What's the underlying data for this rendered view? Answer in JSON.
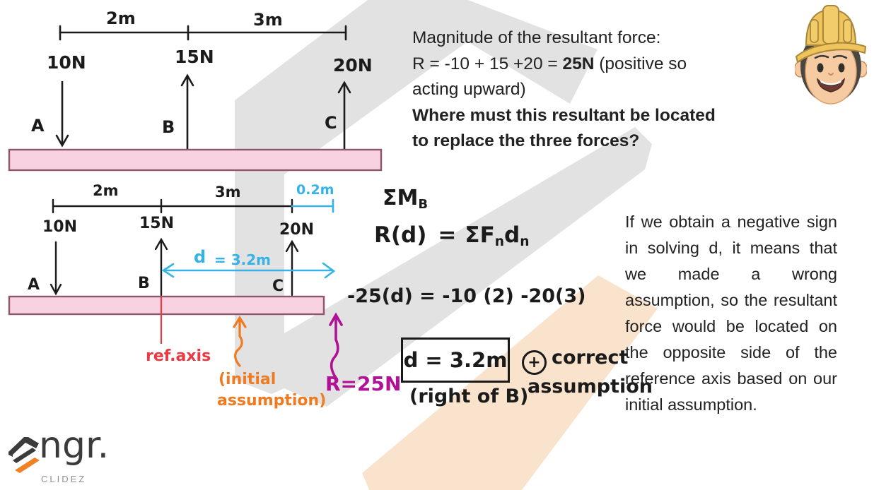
{
  "colors": {
    "cyan": "#35B3E7",
    "orange": "#F07A20",
    "magenta": "#B01195",
    "red": "#E93A44",
    "beam_fill": "#F9D2E2",
    "beam_stroke": "#8E566B",
    "ink": "#1A1A1A",
    "watermark_gray": "#E3E2E2",
    "watermark_peach": "#FAE3CD",
    "logo_dark": "#3B3B3C",
    "logo_orange": "#F08125",
    "hat_yellow": "#F0C45C",
    "skin": "#F6CBA2",
    "hair": "#4A4743"
  },
  "question": {
    "line1": "Magnitude of the resultant force:",
    "line2_pre": "R = -10 + 15 +20 = ",
    "line2_bold": "25N",
    "line2_post": " (positive so",
    "line3": "acting upward)",
    "line4_bold": "Where must this resultant be located",
    "line5_bold": "to replace the three forces?"
  },
  "diagram1": {
    "dim_left": "2m",
    "dim_right": "3m",
    "force_a": "10N",
    "force_b": "15N",
    "force_c": "20N",
    "point_a": "A",
    "point_b": "B",
    "point_c": "C"
  },
  "diagram2": {
    "dim_left": "2m",
    "dim_right": "3m",
    "dim_ext": "0.2m",
    "force_a": "10N",
    "force_b": "15N",
    "force_c": "20N",
    "point_a": "A",
    "point_b": "B",
    "point_c": "C",
    "distance_label": "d",
    "distance_value": "= 3.2m",
    "ref_axis": "ref.axis",
    "initial_line1": "(initial",
    "initial_line2": "assumption)",
    "resultant": "R=25N"
  },
  "solution": {
    "moment": "ΣM",
    "moment_sub": "B",
    "eq1_lhs": "R(d)",
    "eq1_eq": "=",
    "eq1_sigma": "ΣF",
    "eq1_sub1": "n",
    "eq1_d": "d",
    "eq1_sub2": "n",
    "eq2": "-25(d) = -10 (2) -20(3)",
    "answer": "d = 3.2m",
    "answer_note": "(right of B)",
    "plus": "+",
    "correct_line1": "correct",
    "correct_line2": "assumption"
  },
  "explanation": {
    "text": "If we obtain a negative sign in solving d, it means that we made a wrong assumption, so the resultant force would be located on the opposite side of the reference axis based on our initial assumption."
  },
  "logo": {
    "name": "ngr.",
    "tagline": "CLIDEZ"
  }
}
